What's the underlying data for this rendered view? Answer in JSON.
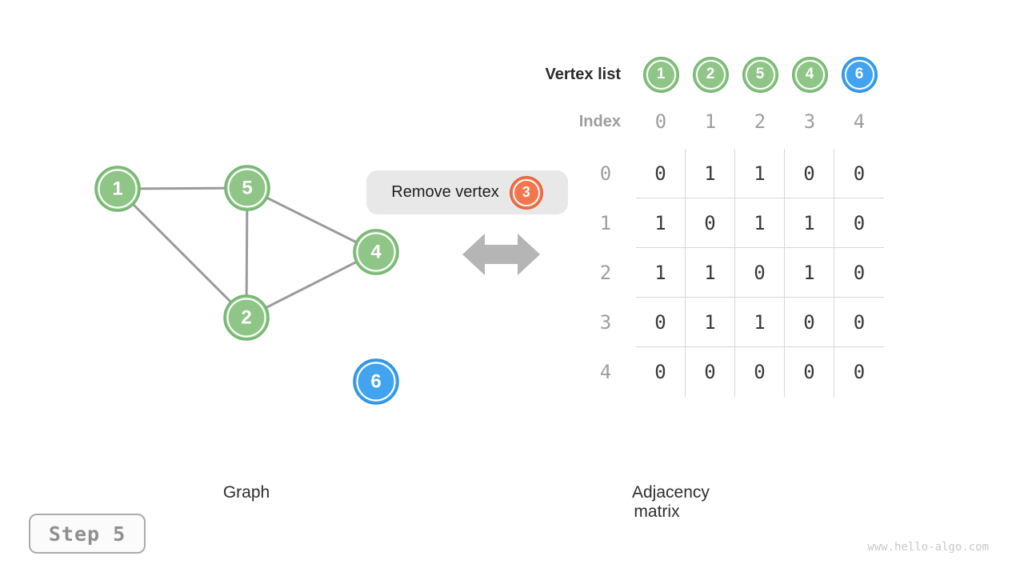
{
  "figure": {
    "step_badge": "Step 5",
    "watermark": "www.hello-algo.com"
  },
  "operation": {
    "label": "Remove vertex",
    "vertex": "3"
  },
  "graph_panel": {
    "caption": "Graph",
    "vertices": [
      {
        "label": "1",
        "color": "green"
      },
      {
        "label": "5",
        "color": "green"
      },
      {
        "label": "4",
        "color": "green"
      },
      {
        "label": "2",
        "color": "green"
      },
      {
        "label": "6",
        "color": "blue"
      }
    ],
    "edges": [
      [
        "1",
        "5"
      ],
      [
        "1",
        "2"
      ],
      [
        "5",
        "2"
      ],
      [
        "5",
        "4"
      ],
      [
        "2",
        "4"
      ]
    ]
  },
  "matrix_panel": {
    "caption": "Adjacency matrix",
    "vertex_list_label": "Vertex list",
    "index_label": "Index",
    "vertex_list": [
      {
        "label": "1",
        "color": "green"
      },
      {
        "label": "2",
        "color": "green"
      },
      {
        "label": "5",
        "color": "green"
      },
      {
        "label": "4",
        "color": "green"
      },
      {
        "label": "6",
        "color": "blue"
      }
    ],
    "index_values": [
      "0",
      "1",
      "2",
      "3",
      "4"
    ],
    "row_labels": [
      "0",
      "1",
      "2",
      "3",
      "4"
    ],
    "rows": [
      [
        "0",
        "1",
        "1",
        "0",
        "0"
      ],
      [
        "1",
        "0",
        "1",
        "1",
        "0"
      ],
      [
        "1",
        "1",
        "0",
        "1",
        "0"
      ],
      [
        "0",
        "1",
        "1",
        "0",
        "0"
      ],
      [
        "0",
        "0",
        "0",
        "0",
        "0"
      ]
    ]
  },
  "colors": {
    "vertex_green": "#8FC587",
    "vertex_green_border": "#77B573",
    "vertex_blue": "#42A4F0",
    "vertex_blue_border": "#2F93E0",
    "highlight_orange": "#F4764F",
    "highlight_orange_border": "#E5643C",
    "edge_gray": "#9B9B9B",
    "grid_line": "#D8D8D8",
    "muted_label": "#9E9E9E",
    "cell_text": "#383838",
    "pill_bg": "#E8E8E8",
    "arrow_gray": "#B5B5B5"
  }
}
